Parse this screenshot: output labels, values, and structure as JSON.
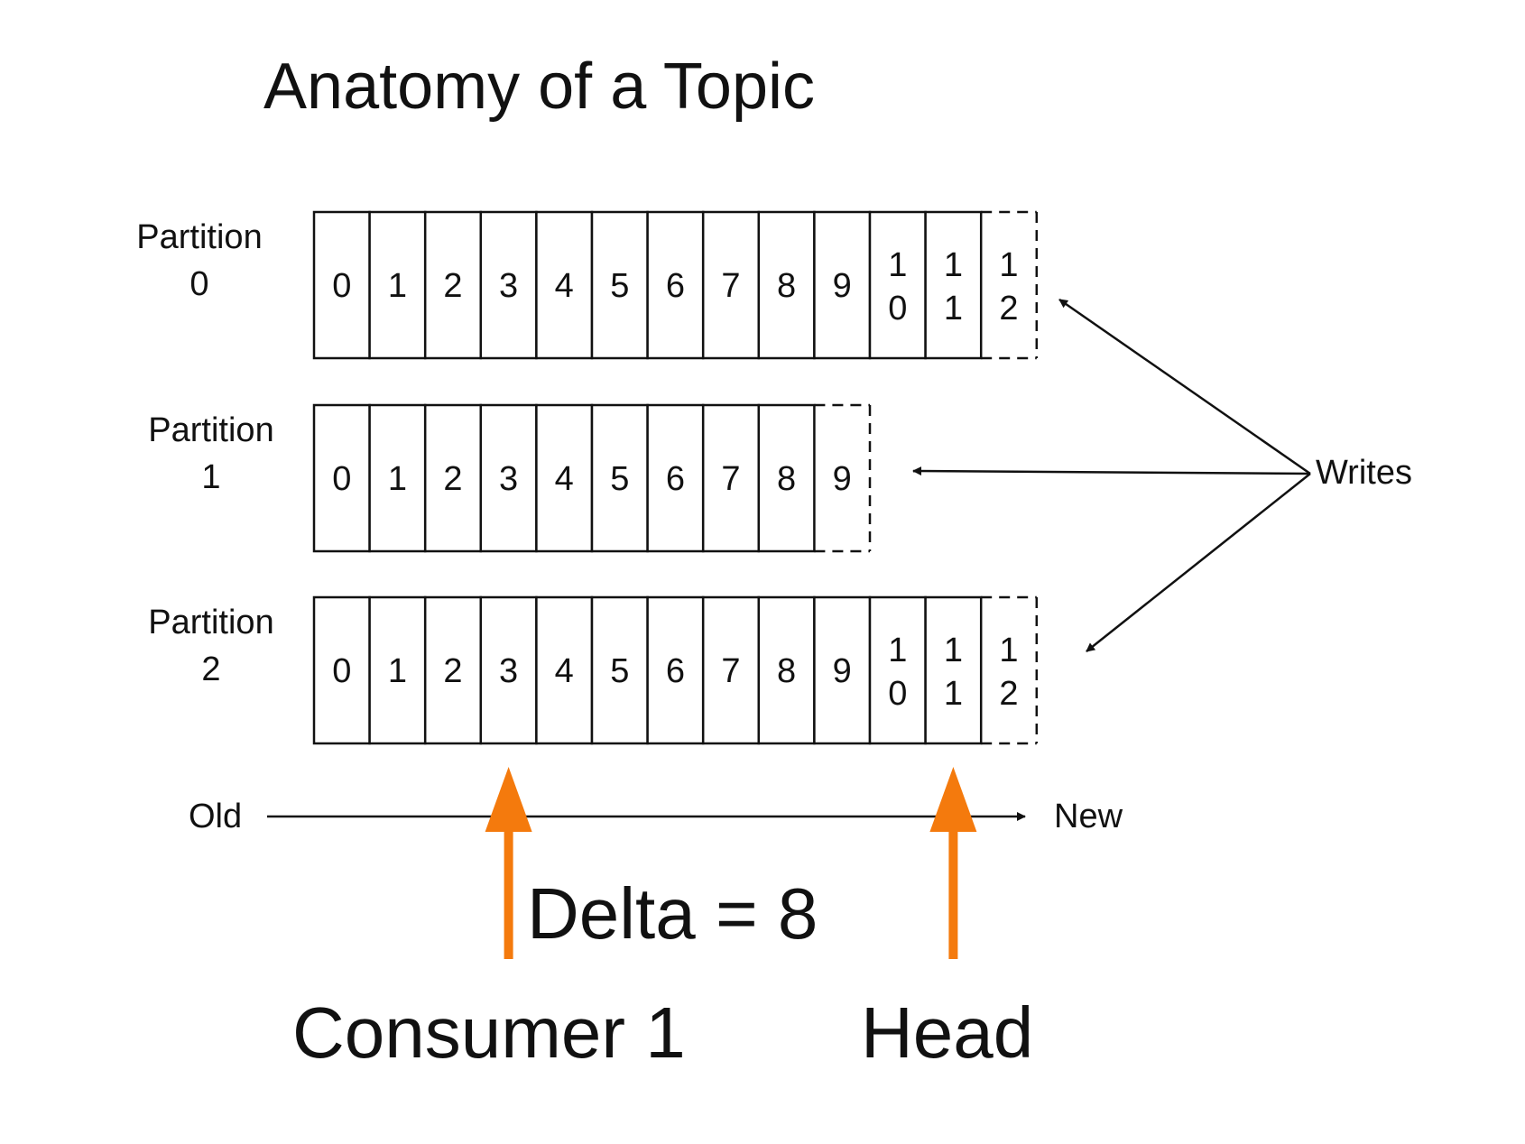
{
  "title": "Anatomy of a Topic",
  "partitions": [
    {
      "label_line1": "Partition",
      "label_line2": "0",
      "offsets": [
        [
          "0"
        ],
        [
          "1"
        ],
        [
          "2"
        ],
        [
          "3"
        ],
        [
          "4"
        ],
        [
          "5"
        ],
        [
          "6"
        ],
        [
          "7"
        ],
        [
          "8"
        ],
        [
          "9"
        ],
        [
          "1",
          "0"
        ],
        [
          "1",
          "1"
        ]
      ],
      "next_offset": [
        "1",
        "2"
      ]
    },
    {
      "label_line1": "Partition",
      "label_line2": "1",
      "offsets": [
        [
          "0"
        ],
        [
          "1"
        ],
        [
          "2"
        ],
        [
          "3"
        ],
        [
          "4"
        ],
        [
          "5"
        ],
        [
          "6"
        ],
        [
          "7"
        ],
        [
          "8"
        ]
      ],
      "next_offset": [
        "9"
      ]
    },
    {
      "label_line1": "Partition",
      "label_line2": "2",
      "offsets": [
        [
          "0"
        ],
        [
          "1"
        ],
        [
          "2"
        ],
        [
          "3"
        ],
        [
          "4"
        ],
        [
          "5"
        ],
        [
          "6"
        ],
        [
          "7"
        ],
        [
          "8"
        ],
        [
          "9"
        ],
        [
          "1",
          "0"
        ],
        [
          "1",
          "1"
        ]
      ],
      "next_offset": [
        "1",
        "2"
      ]
    }
  ],
  "writes_label": "Writes",
  "timeline": {
    "old_label": "Old",
    "new_label": "New"
  },
  "markers": {
    "delta_label": "Delta = 8",
    "consumer": {
      "label": "Consumer 1",
      "offset": 3
    },
    "head": {
      "label": "Head",
      "offset": 11
    }
  },
  "colors": {
    "marker": "#f47a0d",
    "line": "#111111",
    "cell_fill": "#ffffff"
  }
}
